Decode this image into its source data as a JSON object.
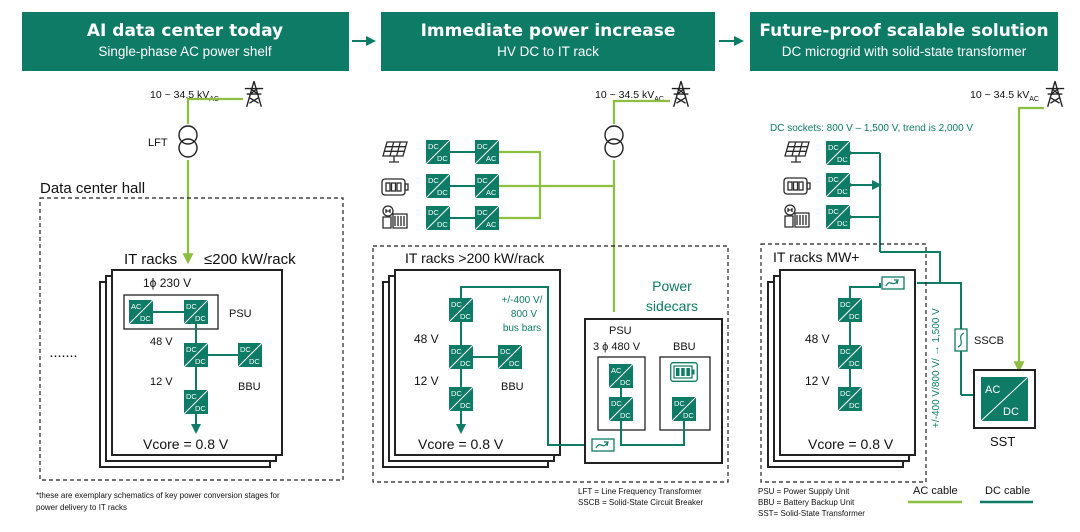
{
  "colors": {
    "teal": "#0e7b66",
    "ac_green": "#8cbf3f",
    "dc_teal": "#0e7b66"
  },
  "icons": [
    "transmission-tower-icon",
    "transformer-icon",
    "solar-panel-icon",
    "battery-icon",
    "hydrogen-tank-icon",
    "breaker-icon",
    "arrow-right-icon"
  ],
  "panels": {
    "p1": {
      "title": "AI data center today",
      "subtitle": "Single-phase AC power shelf"
    },
    "p2": {
      "title": "Immediate power increase",
      "subtitle": "HV DC to IT rack"
    },
    "p3": {
      "title": "Future-proof scalable solution",
      "subtitle": "DC microgrid with solid-state transformer"
    }
  },
  "grid_voltage": "10 ~ 34.5 kV",
  "grid_voltage_sub": "AC",
  "lft_label": "LFT",
  "hall_label": "Data center hall",
  "c1": {
    "rack_title": "IT racks",
    "rack_power": "≤200 kW/rack",
    "phase": "1ϕ 230 V",
    "psu": "PSU",
    "v48": "48 V",
    "v12": "12 V",
    "bbu": "BBU",
    "vcore": "Vcore = 0.8 V",
    "dots": "·······"
  },
  "c2": {
    "rack_title": "IT racks >200 kW/rack",
    "v48": "48 V",
    "v12": "12 V",
    "bbu": "BBU",
    "vcore": "Vcore = 0.8 V",
    "busbar": [
      "+/-400 V/",
      "800 V",
      "bus bars"
    ],
    "sidecars": [
      "Power",
      "sidecars"
    ],
    "psu": "PSU",
    "phase": "3 ϕ 480 V",
    "bbu2": "BBU"
  },
  "c3": {
    "dc_sockets": "DC sockets: 800 V – 1,500 V, trend is 2,000 V",
    "rack_title": "IT racks MW+",
    "v48": "48 V",
    "v12": "12 V",
    "vcore": "Vcore = 0.8 V",
    "sscb": "SSCB",
    "bus_voltage": "+/-400 V/800 V/ → 1,500 V",
    "sst": "SST"
  },
  "conv": {
    "dc": "DC",
    "ac": "AC"
  },
  "footnote": [
    "*these are exemplary schematics of key power conversion stages for",
    "power delivery to IT racks"
  ],
  "legend2": [
    "LFT = Line Frequency Transformer",
    "SSCB = Solid-State Circuit Breaker"
  ],
  "legend3": [
    "PSU = Power Supply Unit",
    "BBU = Battery Backup Unit",
    "SST= Solid-State Transformer"
  ],
  "legend": {
    "ac": "AC cable",
    "dc": "DC cable"
  }
}
